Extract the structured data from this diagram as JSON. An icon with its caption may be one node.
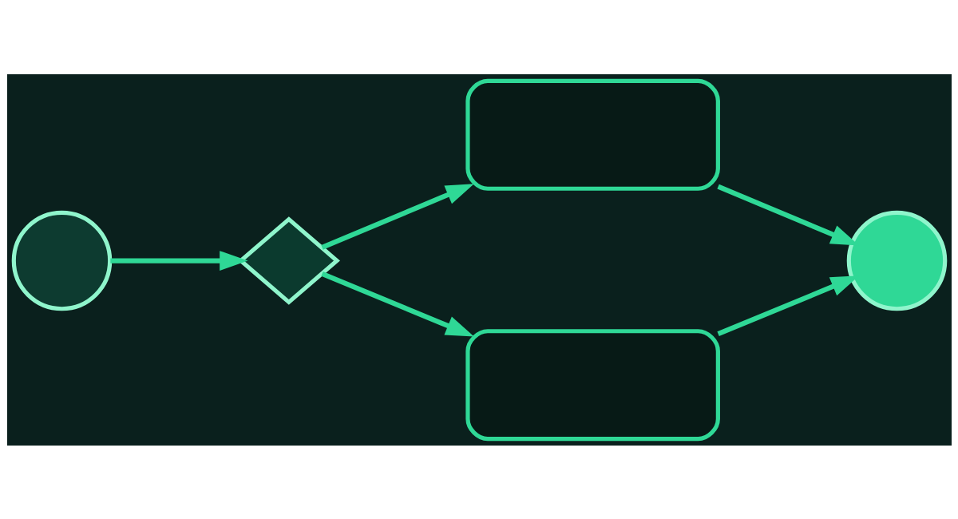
{
  "diagram": {
    "nodes": [
      {
        "text": [],
        "shape": "circle"
      },
      {
        "text": [],
        "shape": "diamond"
      },
      {
        "text": [],
        "shape": "box"
      },
      {
        "text": [],
        "shape": "box"
      },
      {
        "text": [],
        "shape": "circle"
      }
    ],
    "edges": [
      {
        "from": 0,
        "to": 1,
        "arrow": "to"
      },
      {
        "from": 1,
        "to": 2,
        "arrow": "to"
      },
      {
        "from": 1,
        "to": 3,
        "arrow": "to"
      },
      {
        "from": 2,
        "to": 4,
        "arrow": "to"
      },
      {
        "from": 3,
        "to": 4,
        "arrow": "to"
      }
    ]
  }
}
